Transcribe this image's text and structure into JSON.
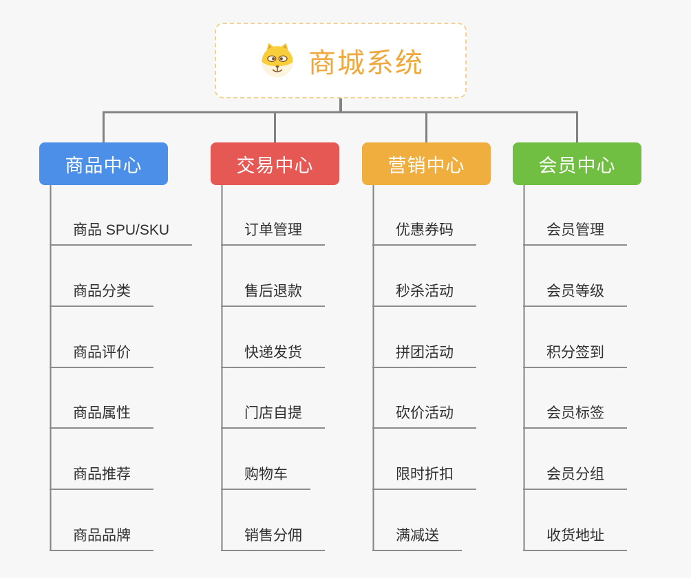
{
  "root": {
    "title": "商城系统",
    "icon": "dog-face-icon",
    "title_color": "#F0A83C",
    "border_color": "#F6CF92"
  },
  "connector_color": "#828282",
  "background_color": "#F7F7F7",
  "categories": [
    {
      "label": "商品中心",
      "color": "#4B8FE8",
      "items": [
        "商品 SPU/SKU",
        "商品分类",
        "商品评价",
        "商品属性",
        "商品推荐",
        "商品品牌"
      ]
    },
    {
      "label": "交易中心",
      "color": "#E65853",
      "items": [
        "订单管理",
        "售后退款",
        "快递发货",
        "门店自提",
        "购物车",
        "销售分佣"
      ]
    },
    {
      "label": "营销中心",
      "color": "#EFAE3D",
      "items": [
        "优惠券码",
        "秒杀活动",
        "拼团活动",
        "砍价活动",
        "限时折扣",
        "满减送"
      ]
    },
    {
      "label": "会员中心",
      "color": "#70BF42",
      "items": [
        "会员管理",
        "会员等级",
        "积分签到",
        "会员标签",
        "会员分组",
        "收货地址"
      ]
    }
  ]
}
